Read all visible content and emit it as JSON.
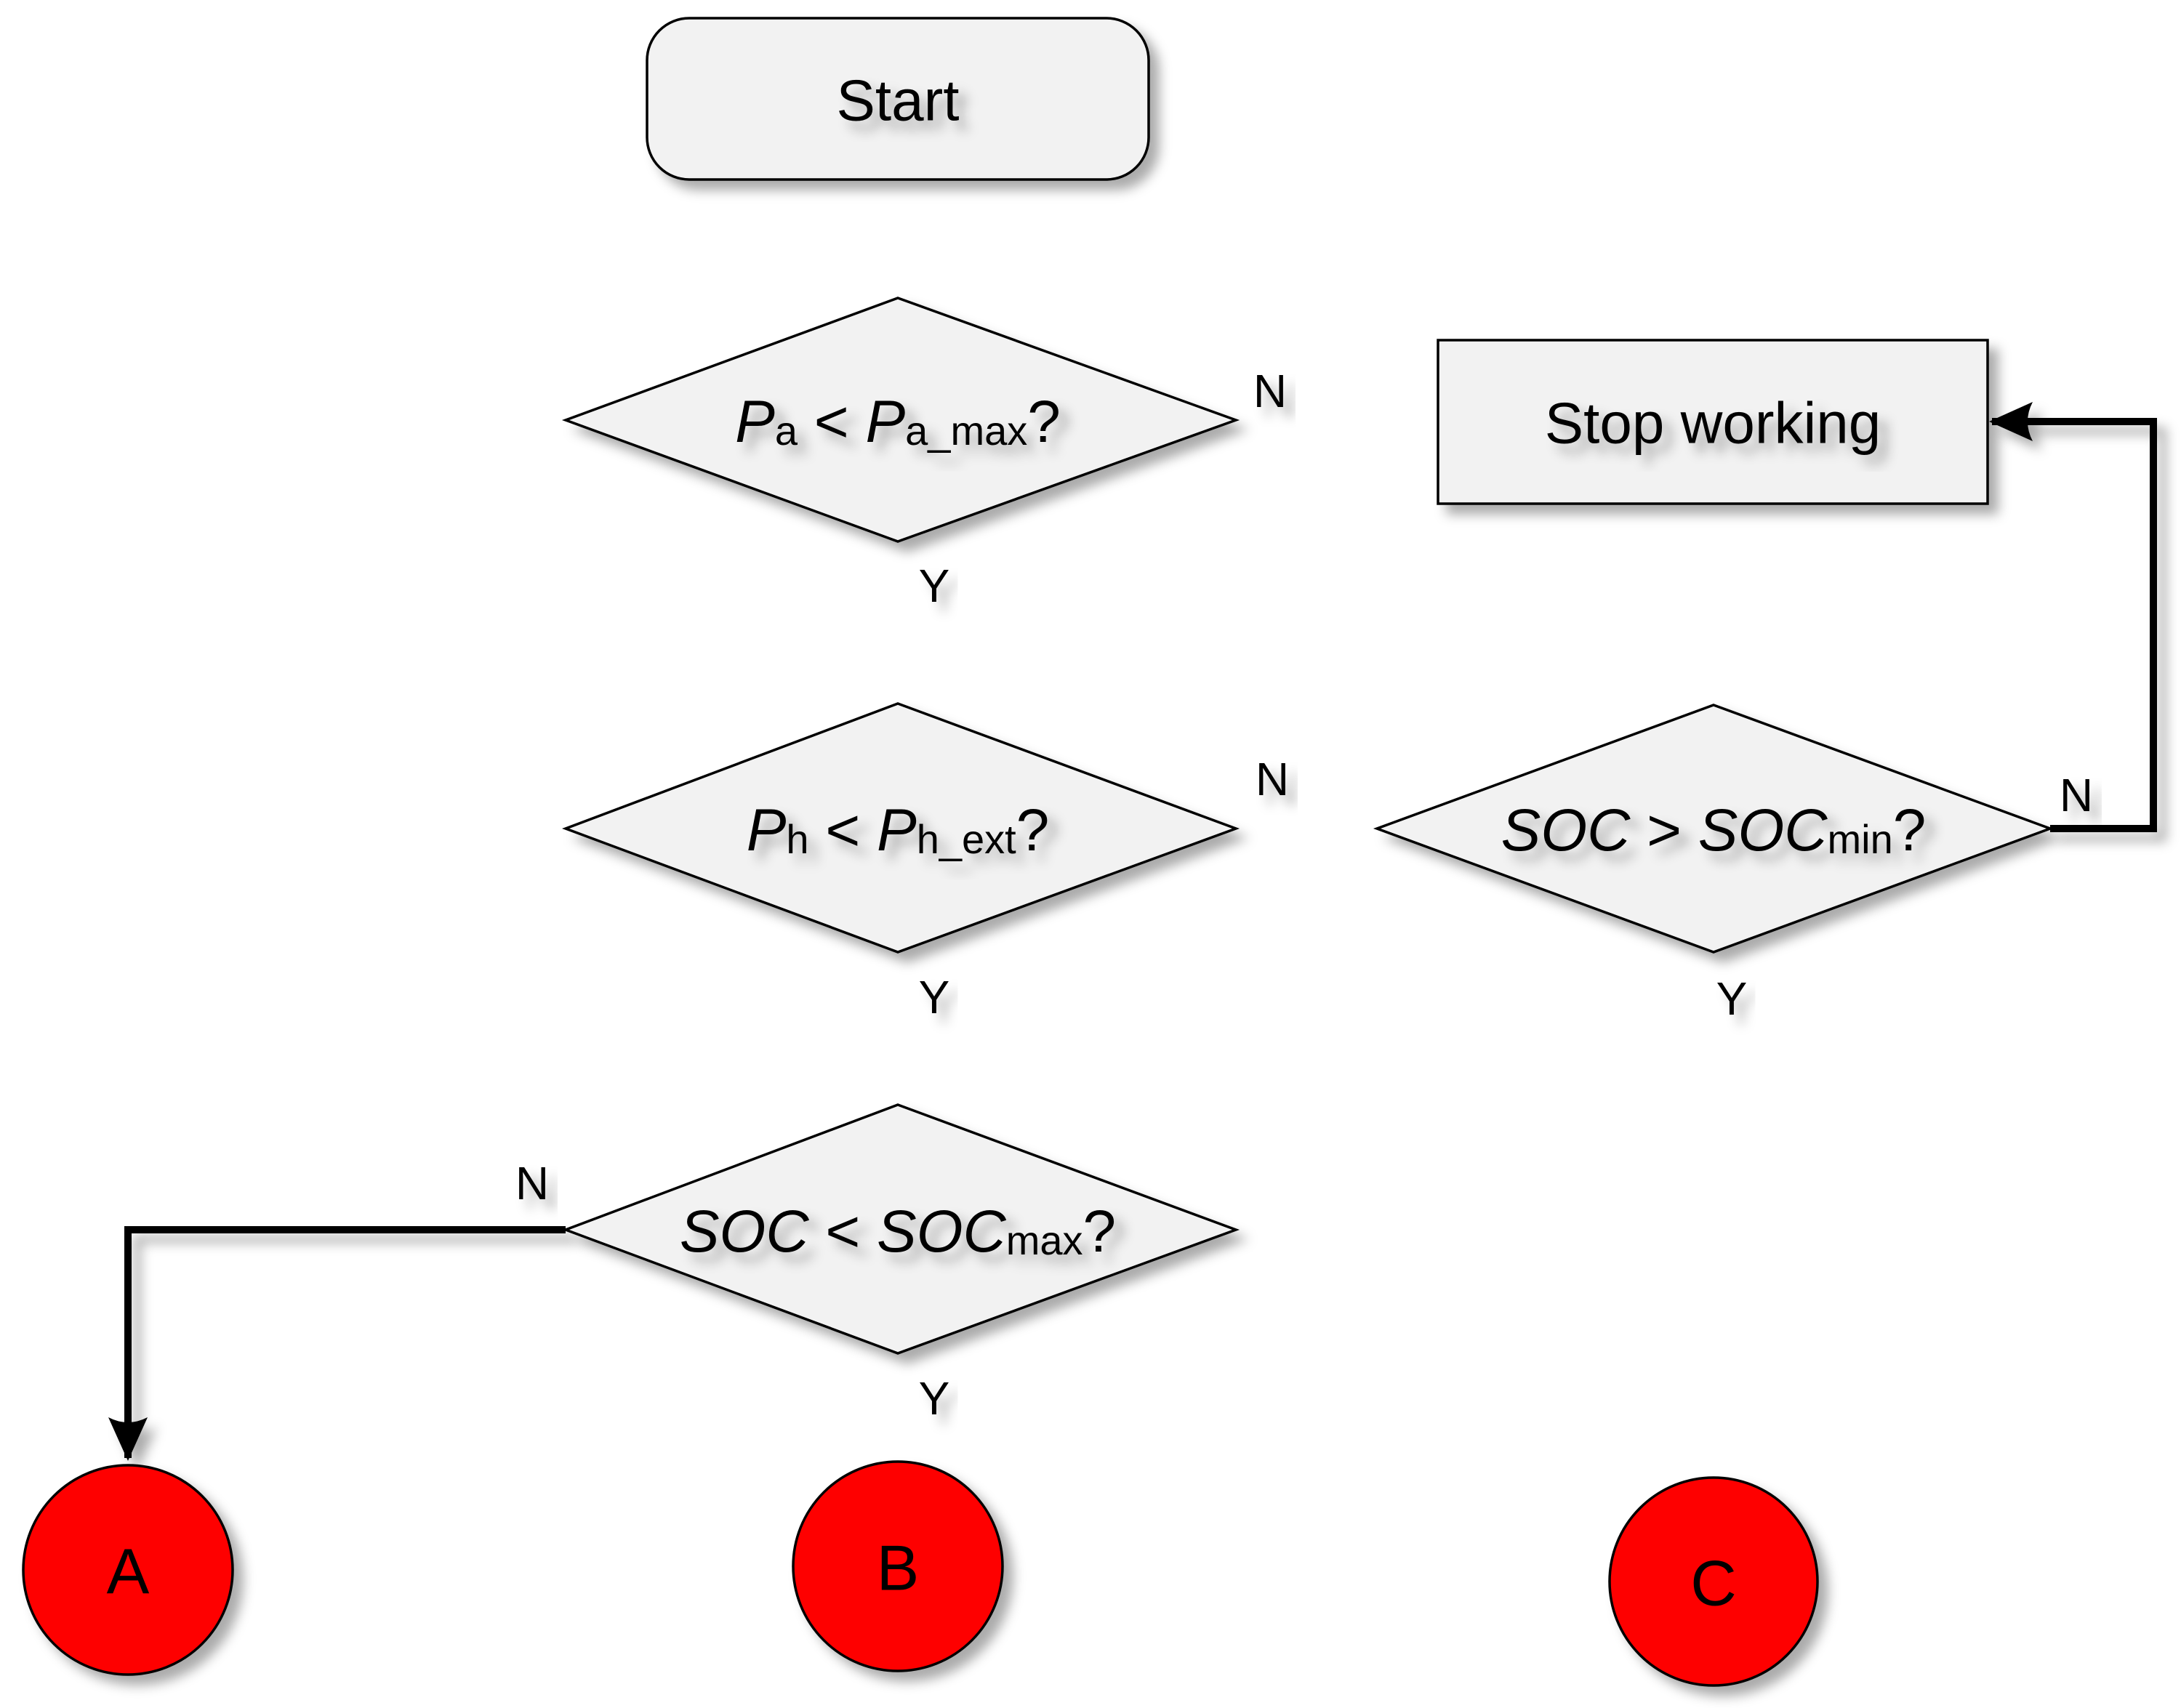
{
  "title": "Energy management control flowchart",
  "palette": {
    "background": "#ffffff",
    "shape_fill": "#f2f2f2",
    "shape_outline": "#000000",
    "terminal_fill": "#fe0000",
    "connector": "#000000",
    "text": "#000000"
  },
  "nodes": {
    "start": {
      "type": "terminator",
      "label": "Start"
    },
    "check_pa": {
      "type": "decision",
      "question": [
        {
          "t": "P",
          "i": true
        },
        {
          "t": "a",
          "s": true
        },
        {
          "t": " < "
        },
        {
          "t": "P",
          "i": true
        },
        {
          "t": "a_max",
          "s": true
        },
        {
          "t": "?"
        }
      ]
    },
    "stop_working": {
      "type": "process",
      "label": "Stop working"
    },
    "check_ph": {
      "type": "decision",
      "question": [
        {
          "t": "P",
          "i": true
        },
        {
          "t": "h",
          "s": true
        },
        {
          "t": " < "
        },
        {
          "t": "P",
          "i": true
        },
        {
          "t": "h_ext",
          "s": true
        },
        {
          "t": "?"
        }
      ]
    },
    "check_soc_min": {
      "type": "decision",
      "question": [
        {
          "t": "SOC",
          "i": true
        },
        {
          "t": " > "
        },
        {
          "t": "SOC",
          "i": true
        },
        {
          "t": "min",
          "s": true
        },
        {
          "t": "?"
        }
      ]
    },
    "check_soc_max": {
      "type": "decision",
      "question": [
        {
          "t": "SOC",
          "i": true
        },
        {
          "t": " < "
        },
        {
          "t": "SOC",
          "i": true
        },
        {
          "t": "max",
          "s": true
        },
        {
          "t": "?"
        }
      ]
    },
    "outcome_a": {
      "type": "terminal",
      "label": "A"
    },
    "outcome_b": {
      "type": "terminal",
      "label": "B"
    },
    "outcome_c": {
      "type": "terminal",
      "label": "C"
    }
  },
  "edges": {
    "start_to_check_pa": {
      "from": "start",
      "to": "check_pa",
      "label": ""
    },
    "check_pa_no_to_stop": {
      "from": "check_pa",
      "to": "stop_working",
      "label": "N"
    },
    "check_pa_yes_to_check_ph": {
      "from": "check_pa",
      "to": "check_ph",
      "label": "Y"
    },
    "check_ph_no_to_soc_min": {
      "from": "check_ph",
      "to": "check_soc_min",
      "label": "N"
    },
    "check_ph_yes_to_soc_max": {
      "from": "check_ph",
      "to": "check_soc_max",
      "label": "Y"
    },
    "check_soc_min_no_to_stop": {
      "from": "check_soc_min",
      "to": "stop_working",
      "label": "N"
    },
    "check_soc_min_yes_to_c": {
      "from": "check_soc_min",
      "to": "outcome_c",
      "label": "Y"
    },
    "check_soc_max_no_to_a": {
      "from": "check_soc_max",
      "to": "outcome_a",
      "label": "N"
    },
    "check_soc_max_yes_to_b": {
      "from": "check_soc_max",
      "to": "outcome_b",
      "label": "Y"
    }
  }
}
